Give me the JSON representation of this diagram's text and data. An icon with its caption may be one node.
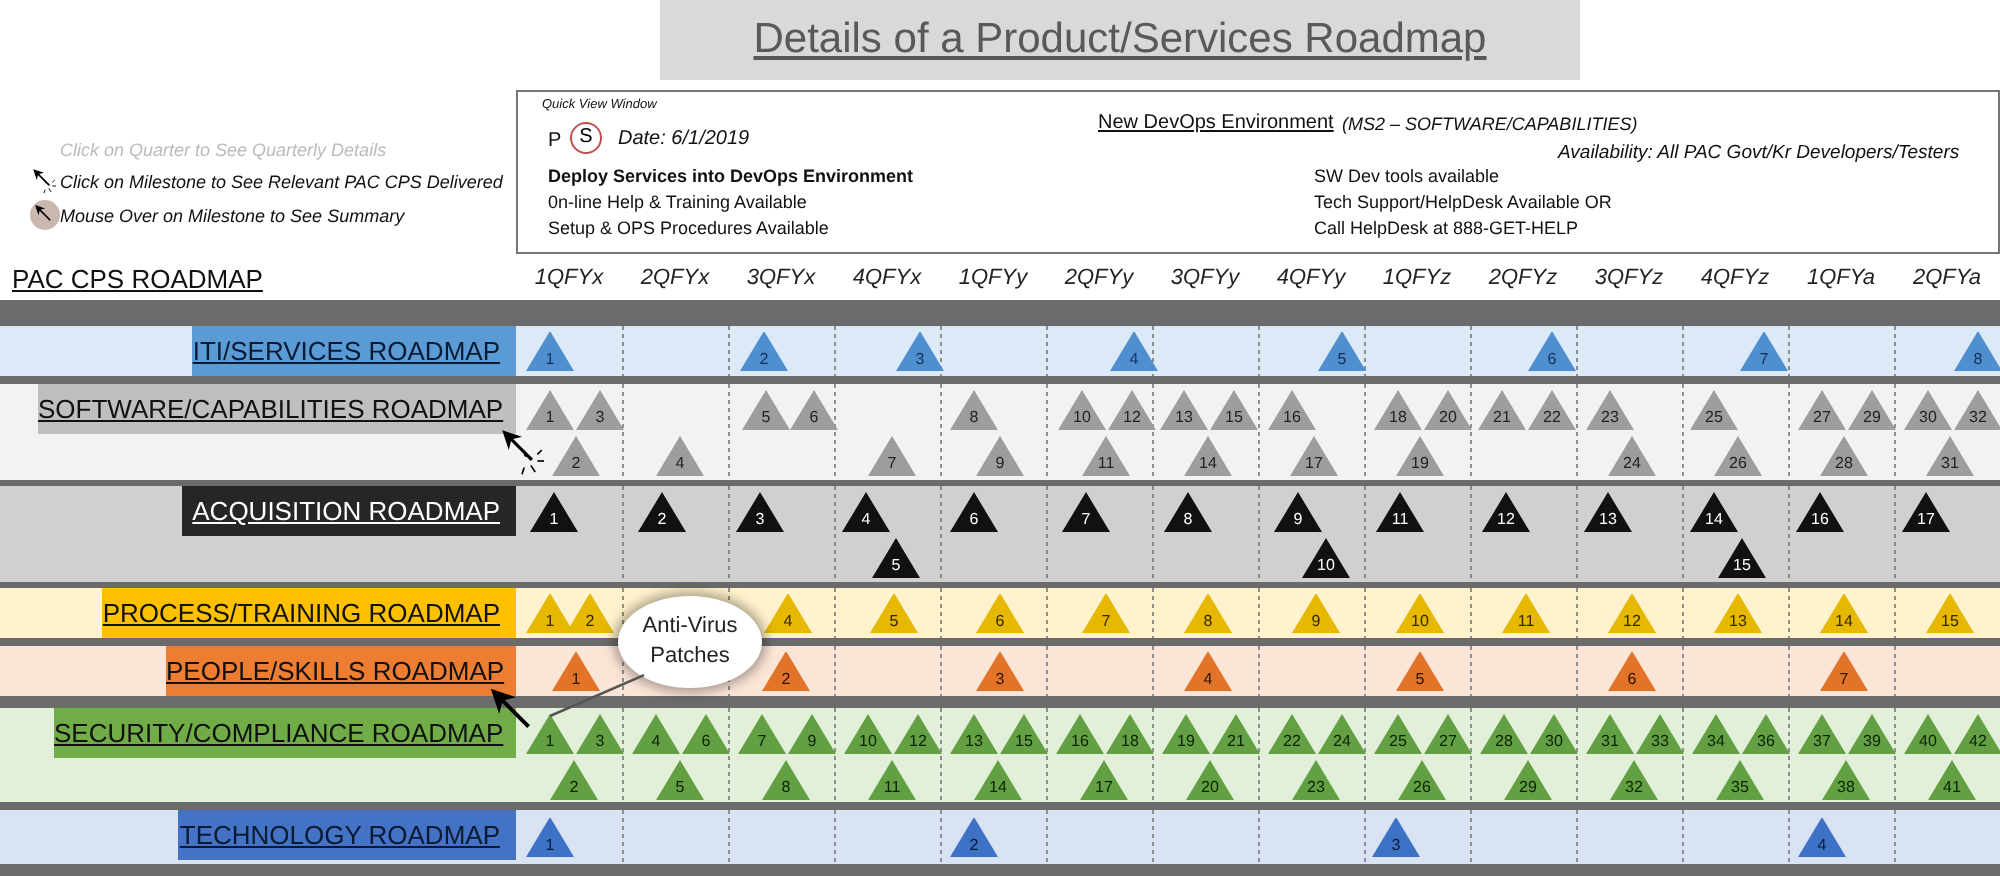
{
  "diagram": {
    "title": "Details of a Product/Services Roadmap",
    "nodes": [
      {
        "text": [
          "Quick View Window",
          "P",
          "Date: 6/1/2019",
          "New DevOps Environment",
          "(MS2 – SOFTWARE/CAPABILITIES)",
          "Availability: All PAC Govt/Kr Developers/Testers",
          "Deploy Services into DevOps Environment",
          "0n-line Help & Training Available",
          "Setup & OPS Procedures Available",
          "SW Dev tools available",
          "Tech Support/HelpDesk Available OR",
          "Call HelpDesk at 888-GET-HELP"
        ]
      },
      {
        "text": [
          "S"
        ],
        "in": 0
      },
      {
        "text": [
          "ITI/SERVICES ROADMAP"
        ]
      },
      {
        "text": [
          "1"
        ],
        "in": 2
      },
      {
        "text": [
          "2"
        ],
        "in": 2
      },
      {
        "text": [
          "3"
        ],
        "in": 2
      },
      {
        "text": [
          "4"
        ],
        "in": 2
      },
      {
        "text": [
          "5"
        ],
        "in": 2
      },
      {
        "text": [
          "6"
        ],
        "in": 2
      },
      {
        "text": [
          "7"
        ],
        "in": 2
      },
      {
        "text": [
          "8"
        ],
        "in": 2
      },
      {
        "text": [
          "SOFTWARE/CAPABILITIES ROADMAP"
        ]
      },
      {
        "text": [
          "1"
        ],
        "in": 11
      },
      {
        "text": [
          "2"
        ],
        "in": 11
      },
      {
        "text": [
          "3"
        ],
        "in": 11
      },
      {
        "text": [
          "4"
        ],
        "in": 11
      },
      {
        "text": [
          "5"
        ],
        "in": 11
      },
      {
        "text": [
          "6"
        ],
        "in": 11
      },
      {
        "text": [
          "7"
        ],
        "in": 11
      },
      {
        "text": [
          "8"
        ],
        "in": 11
      },
      {
        "text": [
          "9"
        ],
        "in": 11
      },
      {
        "text": [
          "10"
        ],
        "in": 11
      },
      {
        "text": [
          "11"
        ],
        "in": 11
      },
      {
        "text": [
          "12"
        ],
        "in": 11
      },
      {
        "text": [
          "13"
        ],
        "in": 11
      },
      {
        "text": [
          "14"
        ],
        "in": 11
      },
      {
        "text": [
          "15"
        ],
        "in": 11
      },
      {
        "text": [
          "16"
        ],
        "in": 11
      },
      {
        "text": [
          "17"
        ],
        "in": 11
      },
      {
        "text": [
          "18"
        ],
        "in": 11
      },
      {
        "text": [
          "19"
        ],
        "in": 11
      },
      {
        "text": [
          "20"
        ],
        "in": 11
      },
      {
        "text": [
          "21"
        ],
        "in": 11
      },
      {
        "text": [
          "22"
        ],
        "in": 11
      },
      {
        "text": [
          "23"
        ],
        "in": 11
      },
      {
        "text": [
          "24"
        ],
        "in": 11
      },
      {
        "text": [
          "25"
        ],
        "in": 11
      },
      {
        "text": [
          "26"
        ],
        "in": 11
      },
      {
        "text": [
          "27"
        ],
        "in": 11
      },
      {
        "text": [
          "28"
        ],
        "in": 11
      },
      {
        "text": [
          "29"
        ],
        "in": 11
      },
      {
        "text": [
          "30"
        ],
        "in": 11
      },
      {
        "text": [
          "31"
        ],
        "in": 11
      },
      {
        "text": [
          "32"
        ],
        "in": 11
      },
      {
        "text": [
          "ACQUISITION ROADMAP"
        ]
      },
      {
        "text": [
          "1"
        ],
        "in": 44
      },
      {
        "text": [
          "2"
        ],
        "in": 44
      },
      {
        "text": [
          "3"
        ],
        "in": 44
      },
      {
        "text": [
          "4"
        ],
        "in": 44
      },
      {
        "text": [
          "5"
        ],
        "in": 44
      },
      {
        "text": [
          "6"
        ],
        "in": 44
      },
      {
        "text": [
          "7"
        ],
        "in": 44
      },
      {
        "text": [
          "8"
        ],
        "in": 44
      },
      {
        "text": [
          "9"
        ],
        "in": 44
      },
      {
        "text": [
          "10"
        ],
        "in": 44
      },
      {
        "text": [
          "11"
        ],
        "in": 44
      },
      {
        "text": [
          "12"
        ],
        "in": 44
      },
      {
        "text": [
          "13"
        ],
        "in": 44
      },
      {
        "text": [
          "14"
        ],
        "in": 44
      },
      {
        "text": [
          "15"
        ],
        "in": 44
      },
      {
        "text": [
          "16"
        ],
        "in": 44
      },
      {
        "text": [
          "17"
        ],
        "in": 44
      },
      {
        "text": [
          "PROCESS/TRAINING ROADMAP"
        ]
      },
      {
        "text": [
          "1"
        ],
        "in": 62
      },
      {
        "text": [
          "2"
        ],
        "in": 62
      },
      {
        "text": [
          "4"
        ],
        "in": 62
      },
      {
        "text": [
          "5"
        ],
        "in": 62
      },
      {
        "text": [
          "6"
        ],
        "in": 62
      },
      {
        "text": [
          "7"
        ],
        "in": 62
      },
      {
        "text": [
          "8"
        ],
        "in": 62
      },
      {
        "text": [
          "9"
        ],
        "in": 62
      },
      {
        "text": [
          "10"
        ],
        "in": 62
      },
      {
        "text": [
          "11"
        ],
        "in": 62
      },
      {
        "text": [
          "12"
        ],
        "in": 62
      },
      {
        "text": [
          "13"
        ],
        "in": 62
      },
      {
        "text": [
          "14"
        ],
        "in": 62
      },
      {
        "text": [
          "15"
        ],
        "in": 62
      },
      {
        "text": [
          "PEOPLE/SKILLS ROADMAP"
        ]
      },
      {
        "text": [
          "1"
        ],
        "in": 77
      },
      {
        "text": [
          "2"
        ],
        "in": 77
      },
      {
        "text": [
          "3"
        ],
        "in": 77
      },
      {
        "text": [
          "4"
        ],
        "in": 77
      },
      {
        "text": [
          "5"
        ],
        "in": 77
      },
      {
        "text": [
          "6"
        ],
        "in": 77
      },
      {
        "text": [
          "7"
        ],
        "in": 77
      },
      {
        "text": [
          "SECURITY/COMPLIANCE ROADMAP"
        ]
      },
      {
        "text": [
          "1"
        ],
        "in": 85
      },
      {
        "text": [
          "2"
        ],
        "in": 85
      },
      {
        "text": [
          "3"
        ],
        "in": 85
      },
      {
        "text": [
          "4"
        ],
        "in": 85
      },
      {
        "text": [
          "5"
        ],
        "in": 85
      },
      {
        "text": [
          "6"
        ],
        "in": 85
      },
      {
        "text": [
          "7"
        ],
        "in": 85
      },
      {
        "text": [
          "8"
        ],
        "in": 85
      },
      {
        "text": [
          "9"
        ],
        "in": 85
      },
      {
        "text": [
          "10"
        ],
        "in": 85
      },
      {
        "text": [
          "11"
        ],
        "in": 85
      },
      {
        "text": [
          "12"
        ],
        "in": 85
      },
      {
        "text": [
          "13"
        ],
        "in": 85
      },
      {
        "text": [
          "14"
        ],
        "in": 85
      },
      {
        "text": [
          "15"
        ],
        "in": 85
      },
      {
        "text": [
          "16"
        ],
        "in": 85
      },
      {
        "text": [
          "17"
        ],
        "in": 85
      },
      {
        "text": [
          "18"
        ],
        "in": 85
      },
      {
        "text": [
          "19"
        ],
        "in": 85
      },
      {
        "text": [
          "20"
        ],
        "in": 85
      },
      {
        "text": [
          "21"
        ],
        "in": 85
      },
      {
        "text": [
          "22"
        ],
        "in": 85
      },
      {
        "text": [
          "23"
        ],
        "in": 85
      },
      {
        "text": [
          "24"
        ],
        "in": 85
      },
      {
        "text": [
          "25"
        ],
        "in": 85
      },
      {
        "text": [
          "26"
        ],
        "in": 85
      },
      {
        "text": [
          "27"
        ],
        "in": 85
      },
      {
        "text": [
          "28"
        ],
        "in": 85
      },
      {
        "text": [
          "29"
        ],
        "in": 85
      },
      {
        "text": [
          "30"
        ],
        "in": 85
      },
      {
        "text": [
          "31"
        ],
        "in": 85
      },
      {
        "text": [
          "32"
        ],
        "in": 85
      },
      {
        "text": [
          "33"
        ],
        "in": 85
      },
      {
        "text": [
          "34"
        ],
        "in": 85
      },
      {
        "text": [
          "35"
        ],
        "in": 85
      },
      {
        "text": [
          "36"
        ],
        "in": 85
      },
      {
        "text": [
          "37"
        ],
        "in": 85
      },
      {
        "text": [
          "38"
        ],
        "in": 85
      },
      {
        "text": [
          "39"
        ],
        "in": 85
      },
      {
        "text": [
          "40"
        ],
        "in": 85
      },
      {
        "text": [
          "41"
        ],
        "in": 85
      },
      {
        "text": [
          "42"
        ],
        "in": 85
      },
      {
        "text": [
          "TECHNOLOGY ROADMAP"
        ]
      },
      {
        "text": [
          "1"
        ],
        "in": 128
      },
      {
        "text": [
          "2"
        ],
        "in": 128
      },
      {
        "text": [
          "3"
        ],
        "in": 128
      },
      {
        "text": [
          "4"
        ],
        "in": 128
      },
      {
        "text": [
          "Anti-Virus Patches"
        ]
      }
    ],
    "edges": [
      {
        "from": 133,
        "to": 86,
        "arrow": "none"
      }
    ],
    "labels": [
      "Click on Quarter to See Quarterly Details",
      "Click on Milestone to See Relevant PAC CPS Delivered",
      "Mouse Over on Milestone to See Summary",
      "PAC CPS ROADMAP",
      "1QFYx",
      "2QFYx",
      "3QFYx",
      "4QFYx",
      "1QFYy",
      "2QFYy",
      "3QFYy",
      "4QFYy",
      "1QFYz",
      "2QFYz",
      "3QFYz",
      "4QFYz",
      "1QFYa",
      "2QFYa"
    ]
  }
}
